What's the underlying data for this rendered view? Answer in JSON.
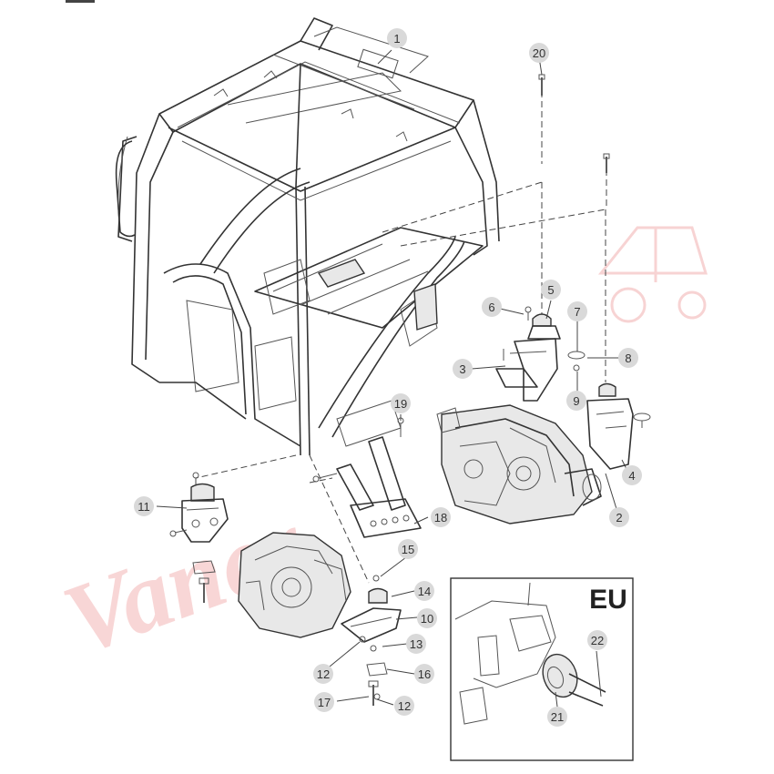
{
  "diagram": {
    "inset_title": "EU",
    "watermark": "Vaner",
    "callouts": {
      "c1": "1",
      "c2": "2",
      "c3": "3",
      "c4": "4",
      "c5": "5",
      "c6": "6",
      "c7": "7",
      "c8": "8",
      "c9": "9",
      "c10": "10",
      "c11": "11",
      "c12a": "12",
      "c12b": "12",
      "c13": "13",
      "c14": "14",
      "c15": "15",
      "c16": "16",
      "c17": "17",
      "c18": "18",
      "c19": "19",
      "c20": "20",
      "c21": "21",
      "c22": "22"
    }
  }
}
